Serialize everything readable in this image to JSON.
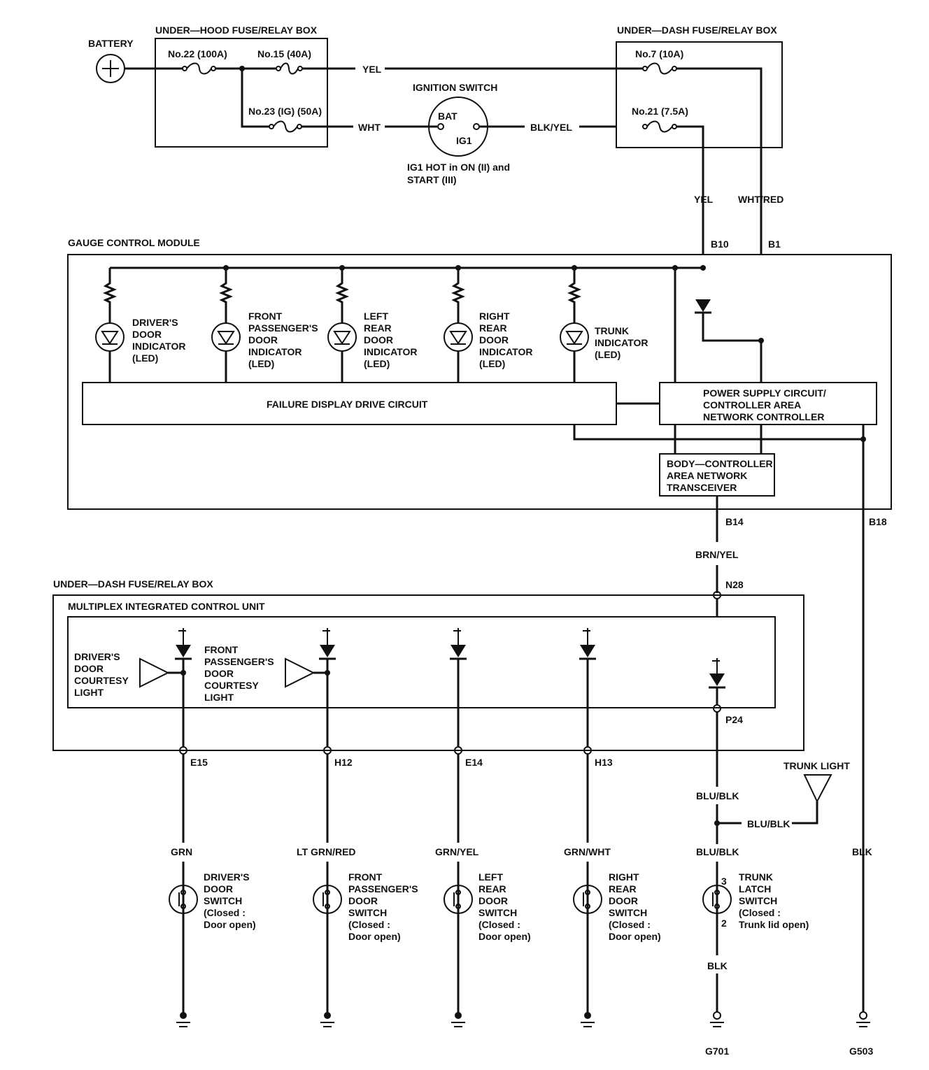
{
  "battery_label": "BATTERY",
  "underhood": {
    "title": "UNDER—HOOD FUSE/RELAY BOX",
    "fuse22": "No.22 (100A)",
    "fuse15": "No.15 (40A)",
    "fuse23": "No.23 (IG) (50A)"
  },
  "wire_yel": "YEL",
  "wire_wht": "WHT",
  "ignition": {
    "title": "IGNITION SWITCH",
    "bat": "BAT",
    "ig1": "IG1",
    "note1": "IG1 HOT in ON (II) and",
    "note2": "START (III)"
  },
  "wire_blkyel": "BLK/YEL",
  "underdash_top": {
    "title": "UNDER—DASH FUSE/RELAY BOX",
    "fuse7": "No.7 (10A)",
    "fuse21": "No.21 (7.5A)"
  },
  "wire_yel2": "YEL",
  "wire_whtred": "WHT/RED",
  "pin_b10": "B10",
  "pin_b1": "B1",
  "gauge": {
    "title": "GAUGE CONTROL MODULE",
    "led1": [
      "DRIVER'S",
      "DOOR",
      "INDICATOR",
      "(LED)"
    ],
    "led2": [
      "FRONT",
      "PASSENGER'S",
      "DOOR",
      "INDICATOR",
      "(LED)"
    ],
    "led3": [
      "LEFT",
      "REAR",
      "DOOR",
      "INDICATOR",
      "(LED)"
    ],
    "led4": [
      "RIGHT",
      "REAR",
      "DOOR",
      "INDICATOR",
      "(LED)"
    ],
    "led5": [
      "TRUNK",
      "INDICATOR",
      "(LED)"
    ],
    "failure": "FAILURE DISPLAY DRIVE CIRCUIT",
    "power": [
      "POWER SUPPLY CIRCUIT/",
      "CONTROLLER AREA",
      "NETWORK CONTROLLER"
    ],
    "body": [
      "BODY—CONTROLLER",
      "AREA NETWORK",
      "TRANSCEIVER"
    ]
  },
  "pin_b14": "B14",
  "pin_b18": "B18",
  "wire_brnyel": "BRN/YEL",
  "underdash_bottom": {
    "title": "UNDER—DASH FUSE/RELAY BOX",
    "micu": "MULTIPLEX INTEGRATED CONTROL UNIT",
    "drv_light": [
      "DRIVER'S",
      "DOOR",
      "COURTESY",
      "LIGHT"
    ],
    "fp_light": [
      "FRONT",
      "PASSENGER'S",
      "DOOR",
      "COURTESY",
      "LIGHT"
    ]
  },
  "pin_n28": "N28",
  "pin_p24": "P24",
  "pin_e15": "E15",
  "pin_h12": "H12",
  "pin_e14": "E14",
  "pin_h13": "H13",
  "trunk_light": "TRUNK LIGHT",
  "wire_blublk1": "BLU/BLK",
  "wire_blublk2": "BLU/BLK",
  "wire_blublk3": "BLU/BLK",
  "wire_grn": "GRN",
  "wire_ltgrnred": "LT GRN/RED",
  "wire_grnyel": "GRN/YEL",
  "wire_grnwht": "GRN/WHT",
  "wire_blk1": "BLK",
  "wire_blk2": "BLK",
  "switches": {
    "sw1": [
      "DRIVER'S",
      "DOOR",
      "SWITCH",
      "(Closed :",
      "Door open)"
    ],
    "sw2": [
      "FRONT",
      "PASSENGER'S",
      "DOOR",
      "SWITCH",
      "(Closed :",
      "Door open)"
    ],
    "sw3": [
      "LEFT",
      "REAR",
      "DOOR",
      "SWITCH",
      "(Closed :",
      "Door open)"
    ],
    "sw4": [
      "RIGHT",
      "REAR",
      "DOOR",
      "SWITCH",
      "(Closed :",
      "Door open)"
    ],
    "sw5": [
      "TRUNK",
      "LATCH",
      "SWITCH",
      "(Closed :",
      "Trunk lid open)"
    ]
  },
  "pin3": "3",
  "pin2": "2",
  "ground_g701": "G701",
  "ground_g503": "G503"
}
